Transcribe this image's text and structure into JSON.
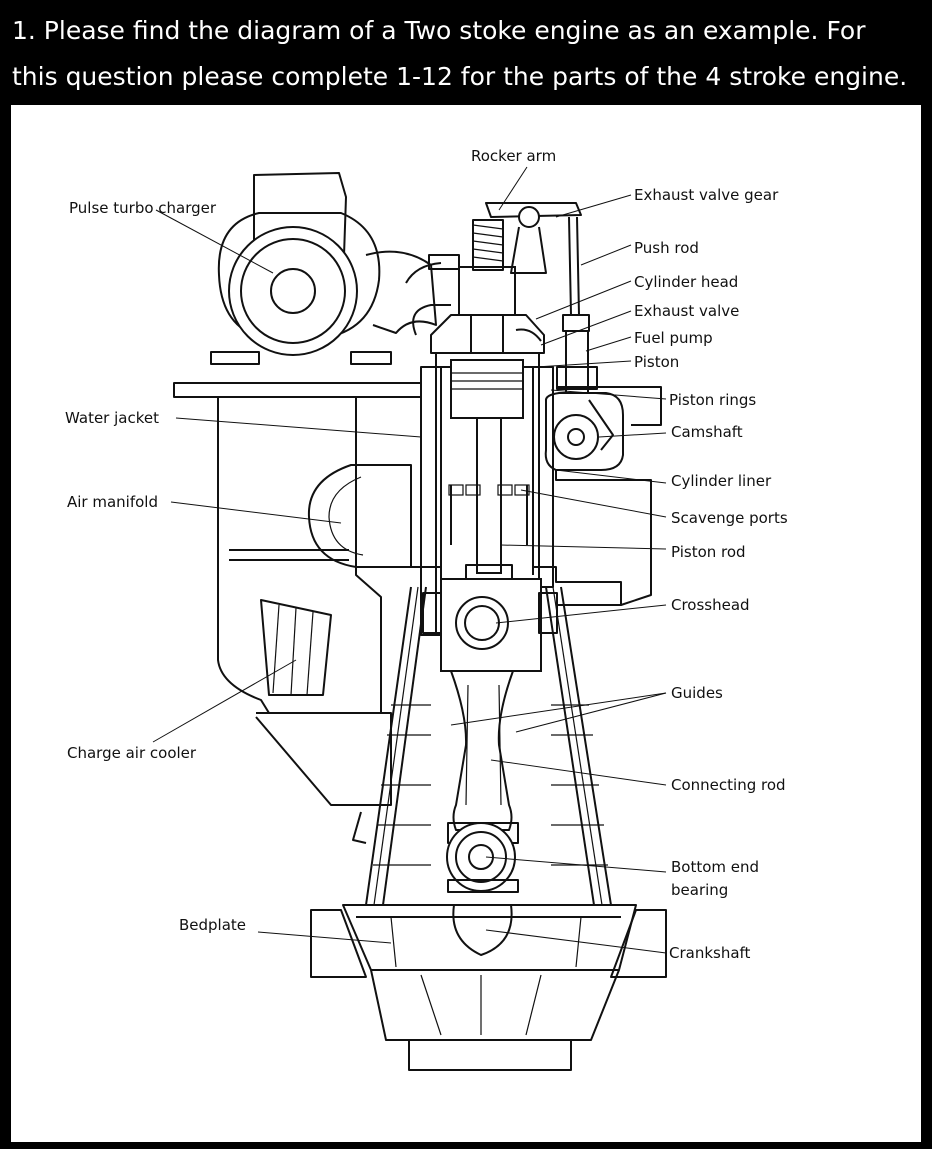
{
  "question": {
    "line1": "1.  Please find the diagram of a Two stoke engine as an example. For",
    "line2": "this question please complete 1-12 for the parts of the 4 stroke engine."
  },
  "diagram": {
    "labels": {
      "rocker_arm": "Rocker arm",
      "pulse_turbo_charger": "Pulse turbo charger",
      "exhaust_valve_gear": "Exhaust valve gear",
      "push_rod": "Push rod",
      "cylinder_head": "Cylinder head",
      "exhaust_valve": "Exhaust valve",
      "fuel_pump": "Fuel pump",
      "piston": "Piston",
      "water_jacket": "Water jacket",
      "piston_rings": "Piston rings",
      "camshaft": "Camshaft",
      "cylinder_liner": "Cylinder liner",
      "air_manifold": "Air manifold",
      "scavenge_ports": "Scavenge ports",
      "piston_rod": "Piston rod",
      "crosshead": "Crosshead",
      "guides": "Guides",
      "charge_air_cooler": "Charge air cooler",
      "connecting_rod": "Connecting rod",
      "bottom_end_bearing_1": "Bottom end",
      "bottom_end_bearing_2": "bearing",
      "bedplate": "Bedplate",
      "crankshaft": "Crankshaft"
    }
  }
}
